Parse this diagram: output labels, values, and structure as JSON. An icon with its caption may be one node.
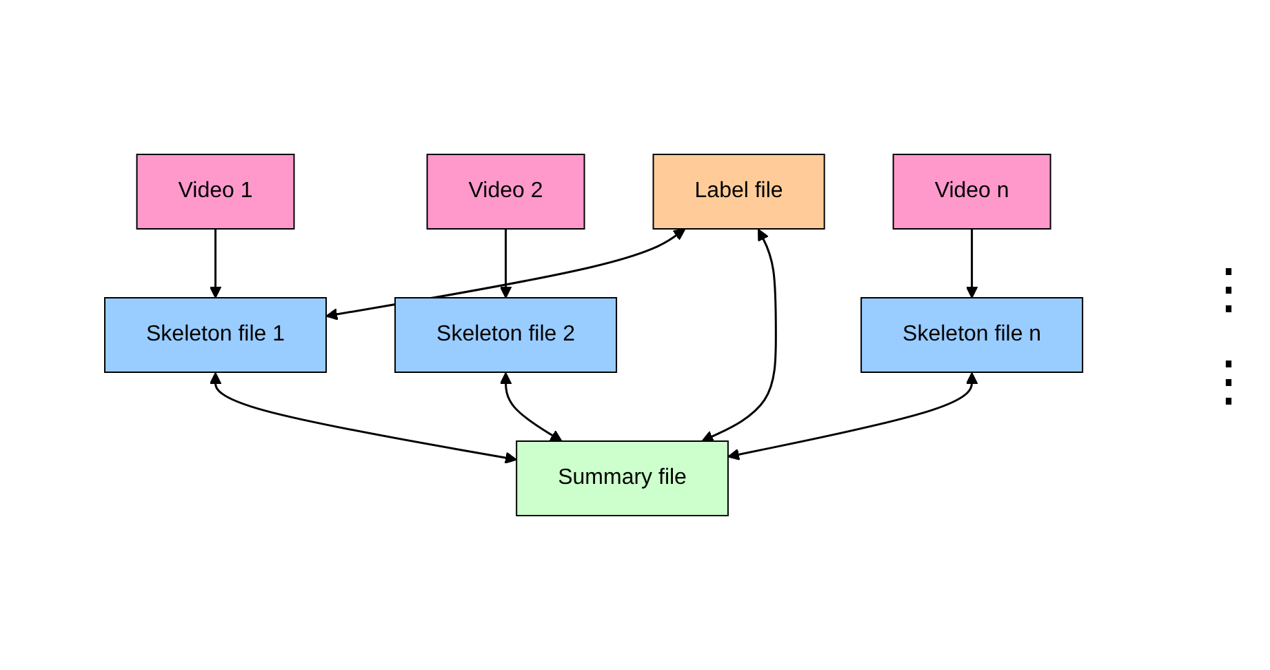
{
  "diagram": {
    "nodes": [
      {
        "text": [
          "Label file"
        ]
      },
      {
        "text": [
          "Video 1"
        ]
      },
      {
        "text": [
          "Skeleton file 1"
        ]
      },
      {
        "text": [
          "Summary file"
        ]
      },
      {
        "text": [
          "Video 2"
        ]
      },
      {
        "text": [
          "Skeleton file 2"
        ]
      },
      {
        "text": [
          "Video n"
        ]
      },
      {
        "text": [
          "Skeleton file n"
        ]
      }
    ],
    "edges": [
      {
        "from": 1,
        "to": 2,
        "arrow": "to"
      },
      {
        "from": 4,
        "to": 5,
        "arrow": "to"
      },
      {
        "from": 6,
        "to": 7,
        "arrow": "to"
      },
      {
        "from": 2,
        "to": 3,
        "arrow": "both"
      },
      {
        "from": 5,
        "to": 3,
        "arrow": "both"
      },
      {
        "from": 7,
        "to": 3,
        "arrow": "both"
      },
      {
        "from": 0,
        "to": 2,
        "arrow": "both"
      },
      {
        "from": 0,
        "to": 3,
        "arrow": "both"
      }
    ],
    "labels": [
      "⋮",
      "⋮"
    ]
  }
}
